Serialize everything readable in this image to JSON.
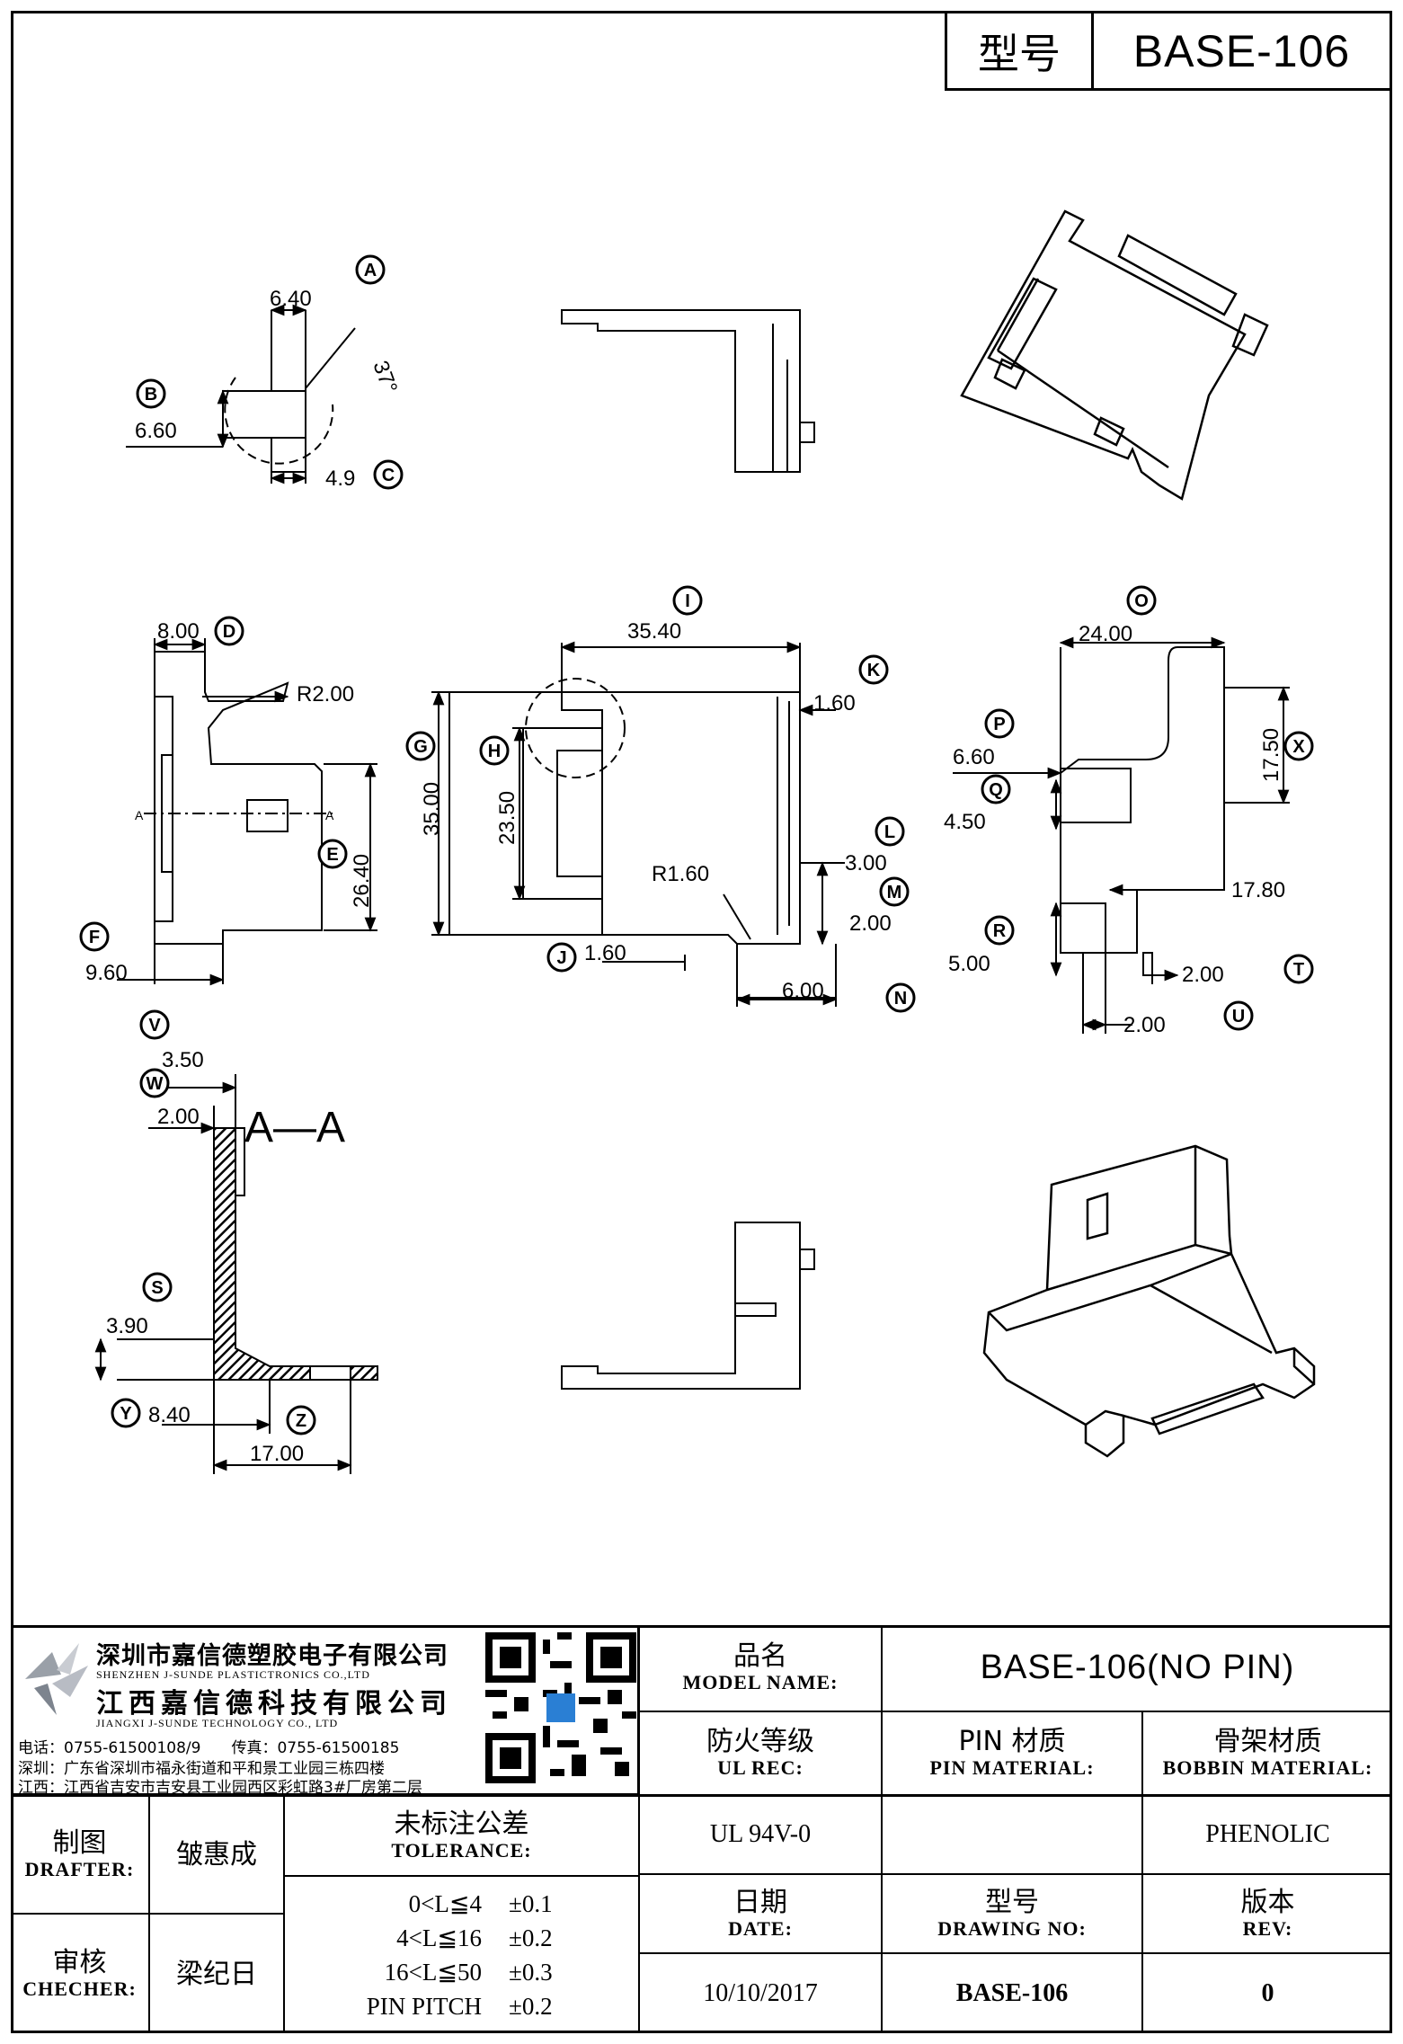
{
  "header": {
    "model_label": "型号",
    "model_value": "BASE-106"
  },
  "labels": {
    "A": "A",
    "B": "B",
    "C": "C",
    "D": "D",
    "E": "E",
    "F": "F",
    "G": "G",
    "H": "H",
    "I": "I",
    "J": "J",
    "K": "K",
    "L": "L",
    "M": "M",
    "N": "N",
    "O": "O",
    "P": "P",
    "Q": "Q",
    "R": "R",
    "S": "S",
    "T": "T",
    "U": "U",
    "V": "V",
    "W": "W",
    "X": "X",
    "Y": "Y",
    "Z": "Z"
  },
  "dims": {
    "d640": "6.40",
    "d37": "37°",
    "d660": "6.60",
    "d49": "4.9",
    "d800": "8.00",
    "dR200": "R2.00",
    "dA1": "A",
    "dA2": "A",
    "d2640": "26.40",
    "d960": "9.60",
    "d3540": "35.40",
    "d3500": "35.00",
    "d2350": "23.50",
    "dR160": "R1.60",
    "d160a": "1.60",
    "d160b": "1.60",
    "d300": "3.00",
    "d200a": "2.00",
    "d600": "6.00",
    "d2400": "24.00",
    "d1750": "17.50",
    "d660b": "6.60",
    "d450": "4.50",
    "d1780": "17.80",
    "d500": "5.00",
    "d200b": "2.00",
    "d200c": "2.00",
    "d350": "3.50",
    "d200d": "2.00",
    "dAA": "A—A",
    "d390": "3.90",
    "d840": "8.40",
    "d1700": "17.00"
  },
  "company": {
    "name_cn_1": "深圳市嘉信德塑胶电子有限公司",
    "name_en_1": "SHENZHEN J-SUNDE PLASTICTRONICS CO.,LTD",
    "name_cn_2": "江西嘉信德科技有限公司",
    "name_en_2": "JIANGXI J-SUNDE TECHNOLOGY CO., LTD",
    "phone": "电话：0755-61500108/9　　传真：0755-61500185",
    "addr_sz": "深圳：广东省深圳市福永街道和平和景工业园三栋四楼",
    "addr_jx": "江西：江西省吉安市吉安县工业园西区彩虹路3#厂房第二层"
  },
  "title_block": {
    "model_name_cn": "品名",
    "model_name_en": "MODEL NAME:",
    "model_name_value": "BASE-106(NO PIN)",
    "ul_cn": "防火等级",
    "ul_en": "UL REC:",
    "ul_value": "UL 94V-0",
    "pin_cn": "PIN 材质",
    "pin_en": "PIN MATERIAL:",
    "pin_value": "",
    "bobbin_cn": "骨架材质",
    "bobbin_en": "BOBBIN MATERIAL:",
    "bobbin_value": "PHENOLIC",
    "drafter_cn": "制图",
    "drafter_en": "DRAFTER:",
    "drafter_value": "皱惠成",
    "checker_cn": "审核",
    "checker_en": "CHECHER:",
    "checker_value": "梁纪日",
    "tol_cn": "未标注公差",
    "tol_en": "TOLERANCE:",
    "tolerances": [
      {
        "range": "0<L≦4",
        "value": "±0.1"
      },
      {
        "range": "4<L≦16",
        "value": "±0.2"
      },
      {
        "range": "16<L≦50",
        "value": "±0.3"
      },
      {
        "range": "PIN PITCH",
        "value": "±0.2"
      }
    ],
    "date_cn": "日期",
    "date_en": "DATE:",
    "date_value": "10/10/2017",
    "drawing_cn": "型号",
    "drawing_en": "DRAWING NO:",
    "drawing_value": "BASE-106",
    "rev_cn": "版本",
    "rev_en": "REV:",
    "rev_value": "0"
  }
}
